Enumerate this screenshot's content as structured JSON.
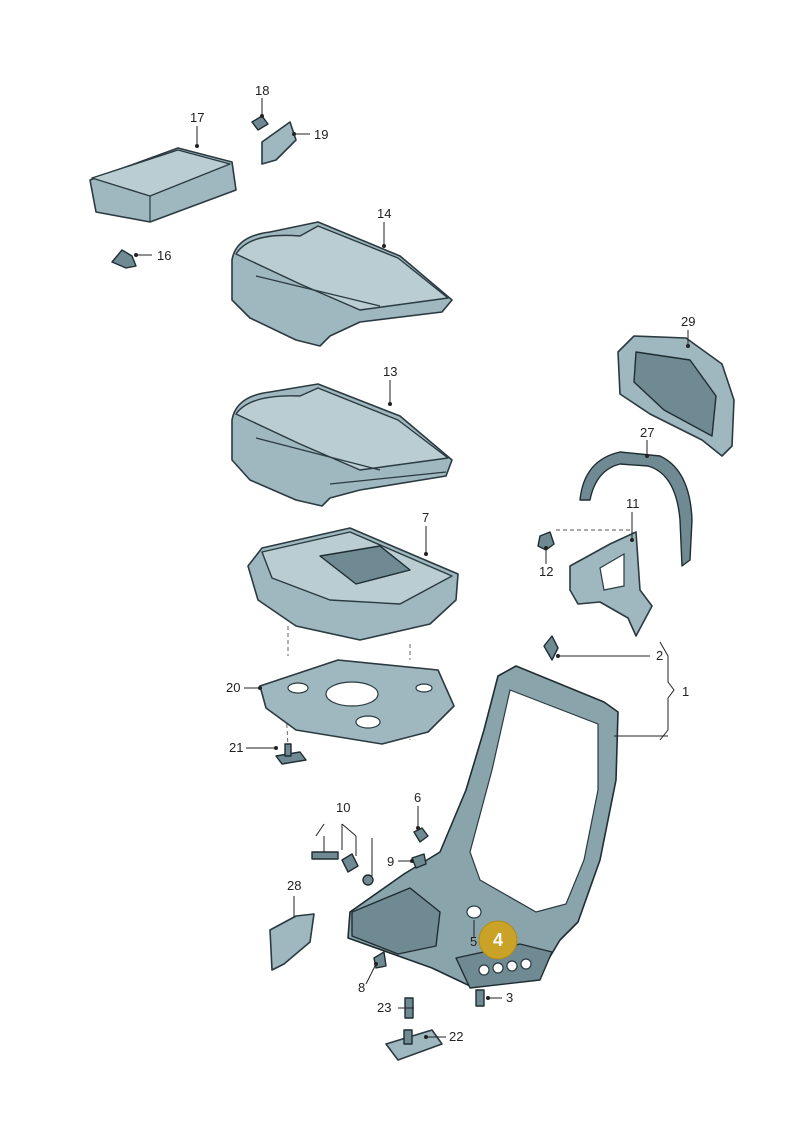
{
  "callouts": {
    "c1": "1",
    "c2": "2",
    "c3": "3",
    "c5": "5",
    "c6": "6",
    "c7": "7",
    "c8": "8",
    "c9": "9",
    "c10": "10",
    "c11": "11",
    "c12": "12",
    "c13": "13",
    "c14": "14",
    "c16": "16",
    "c17": "17",
    "c18": "18",
    "c19": "19",
    "c20": "20",
    "c21": "21",
    "c22": "22",
    "c23": "23",
    "c27": "27",
    "c28": "28",
    "c29": "29"
  },
  "highlight_badge": {
    "label": "4",
    "color": "#c9a227"
  },
  "colors": {
    "part_fill": "#9fb7be",
    "outline": "#2a3a40"
  }
}
